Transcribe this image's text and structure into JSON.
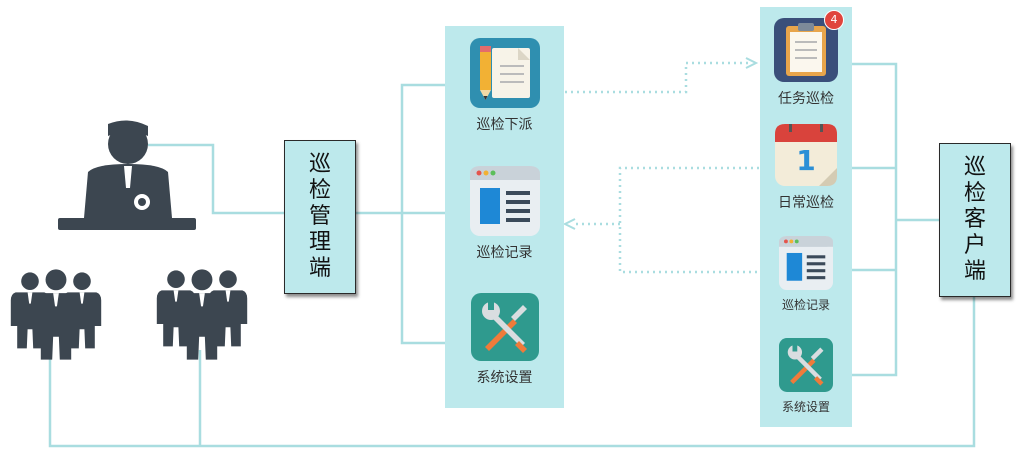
{
  "management": {
    "label_chars": [
      "巡",
      "检",
      "管",
      "理",
      "端"
    ],
    "items": [
      {
        "label": "巡检下派",
        "icon": "notepad-pencil-icon"
      },
      {
        "label": "巡检记录",
        "icon": "window-list-icon"
      },
      {
        "label": "系统设置",
        "icon": "wrench-screwdriver-icon"
      }
    ]
  },
  "client": {
    "label_chars": [
      "巡",
      "检",
      "客",
      "户",
      "端"
    ],
    "items": [
      {
        "label": "任务巡检",
        "icon": "clipboard-icon",
        "badge": "4"
      },
      {
        "label": "日常巡检",
        "icon": "calendar-icon",
        "calendar_day": "1"
      },
      {
        "label": "巡检记录",
        "icon": "window-list-icon"
      },
      {
        "label": "系统设置",
        "icon": "wrench-screwdriver-icon"
      }
    ]
  },
  "colors": {
    "panel": "#bde9ec",
    "connector": "#a9dde0",
    "people": "#3c4650",
    "badge": "#e0443d"
  }
}
